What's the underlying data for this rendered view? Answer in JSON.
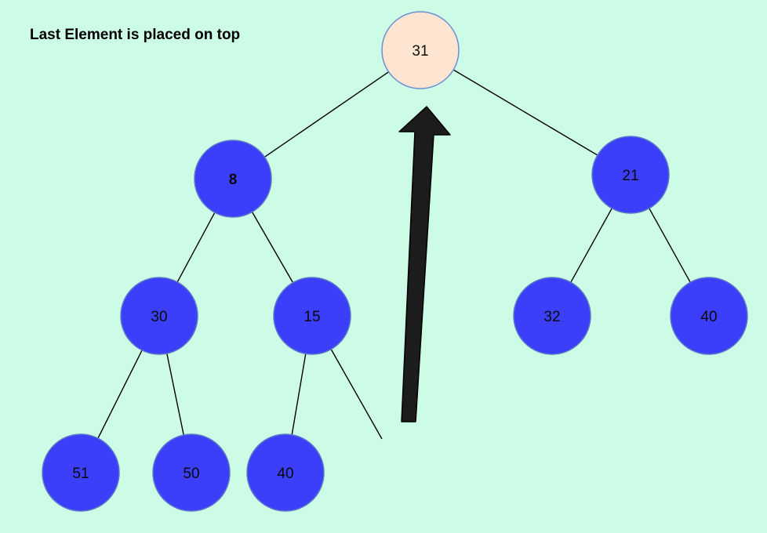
{
  "caption": "Last Element is placed on top",
  "colors": {
    "background": "#ccfce6",
    "node_fill": "#3b3ffa",
    "node_stroke": "#5a78c8",
    "root_fill": "#fde5d2",
    "root_stroke": "#6e8fd2",
    "edge": "#000000",
    "arrow": "#1c1c1c"
  },
  "nodes": [
    {
      "id": "root",
      "label": "31",
      "highlight": true
    },
    {
      "id": "n8",
      "label": "8",
      "bold": true
    },
    {
      "id": "n21",
      "label": "21"
    },
    {
      "id": "n30",
      "label": "30"
    },
    {
      "id": "n15",
      "label": "15"
    },
    {
      "id": "n32",
      "label": "32"
    },
    {
      "id": "n40a",
      "label": "40"
    },
    {
      "id": "n51",
      "label": "51"
    },
    {
      "id": "n50",
      "label": "50"
    },
    {
      "id": "n40b",
      "label": "40"
    }
  ],
  "edges": [
    [
      "root",
      "n8"
    ],
    [
      "root",
      "n21"
    ],
    [
      "n8",
      "n30"
    ],
    [
      "n8",
      "n15"
    ],
    [
      "n21",
      "n32"
    ],
    [
      "n21",
      "n40a"
    ],
    [
      "n30",
      "n51"
    ],
    [
      "n30",
      "n50"
    ],
    [
      "n15",
      "n40b"
    ],
    [
      "n15",
      "removed-slot"
    ]
  ],
  "arrow": {
    "direction": "up",
    "meaning": "last element moved to root"
  }
}
